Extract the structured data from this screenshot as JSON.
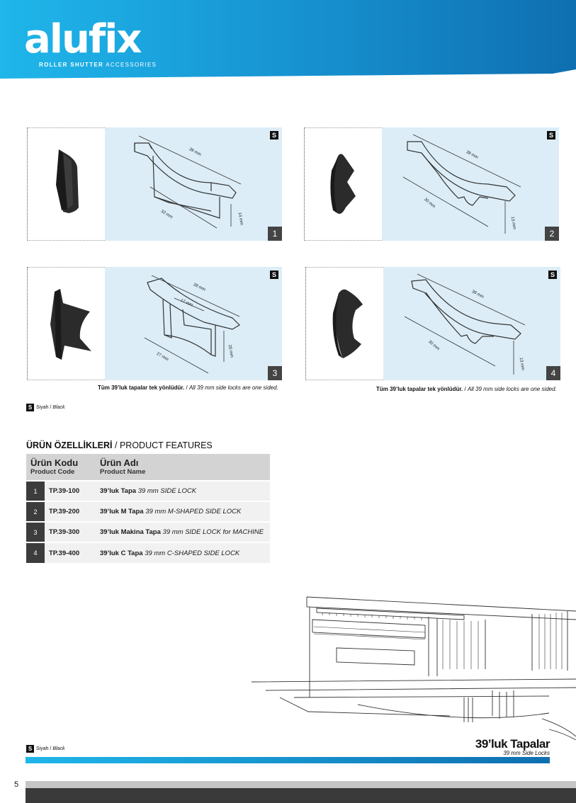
{
  "brand": {
    "logo": "alufix",
    "tagline_bold": "ROLLER SHUTTER",
    "tagline_rest": "ACCESSORIES"
  },
  "products": [
    {
      "badge": "S",
      "number": "1",
      "dims": [
        "39 mm",
        "32 mm",
        "14 mm"
      ]
    },
    {
      "badge": "S",
      "number": "2",
      "dims": [
        "39 mm",
        "30 mm",
        "13 mm"
      ]
    },
    {
      "badge": "S",
      "number": "3",
      "dims": [
        "39 mm",
        "17 mm",
        "27 mm",
        "20 mm"
      ]
    },
    {
      "badge": "S",
      "number": "4",
      "dims": [
        "39 mm",
        "30 mm",
        "13 mm"
      ]
    }
  ],
  "note": {
    "tr": "Tüm 39’luk tapalar tek yönlüdür.",
    "sep": " / ",
    "en": "All 39 mm side locks are one sided."
  },
  "legend": {
    "badge": "S",
    "tr": "Siyah",
    "sep": " / ",
    "en": "Black"
  },
  "features": {
    "title_tr": "ÜRÜN ÖZELLİKLERİ",
    "title_sep": " / ",
    "title_en": "PRODUCT FEATURES",
    "headers": {
      "code_tr": "Ürün Kodu",
      "code_en": "Product Code",
      "name_tr": "Ürün Adı",
      "name_en": "Product Name"
    },
    "rows": [
      {
        "n": "1",
        "code": "TP.39-100",
        "name_tr": "39’luk Tapa",
        "name_en": "39 mm SIDE LOCK"
      },
      {
        "n": "2",
        "code": "TP.39-200",
        "name_tr": "39’luk M Tapa",
        "name_en": "39 mm M-SHAPED SIDE LOCK"
      },
      {
        "n": "3",
        "code": "TP.39-300",
        "name_tr": "39’luk Makina Tapa",
        "name_en": "39 mm SIDE LOCK for MACHINE"
      },
      {
        "n": "4",
        "code": "TP.39-400",
        "name_tr": "39’luk C Tapa",
        "name_en": "39 mm C-SHAPED SIDE LOCK"
      }
    ]
  },
  "footer": {
    "title": "39’luk Tapalar",
    "subtitle": "39 mm Side Locks",
    "page": "5"
  }
}
